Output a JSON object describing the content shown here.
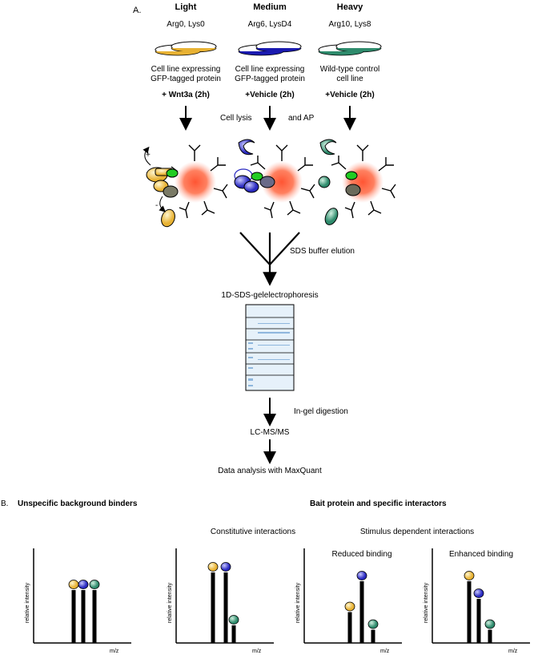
{
  "panel_a": {
    "label": "A.",
    "conditions": [
      {
        "name": "Light",
        "isotopes": "Arg0, Lys0",
        "desc1": "Cell line expressing",
        "desc2": "GFP-tagged protein",
        "treatment": "+ Wnt3a (2h)",
        "color": "#e8b233"
      },
      {
        "name": "Medium",
        "isotopes": "Arg6, LysD4",
        "desc1": "Cell line expressing",
        "desc2": "GFP-tagged protein",
        "treatment": "+Vehicle (2h)",
        "color": "#2a2ac0"
      },
      {
        "name": "Heavy",
        "isotopes": "Arg10, Lys8",
        "desc1": "Wild-type control",
        "desc2": "cell line",
        "treatment": "+Vehicle (2h)",
        "color": "#2e8b6c"
      }
    ],
    "lysis_left": "Cell lysis",
    "lysis_right": "and AP",
    "plus": "+",
    "minus": "-",
    "elution": "SDS buffer elution",
    "gel_title": "1D-SDS-gelelectrophoresis",
    "digestion": "In-gel digestion",
    "lcms": "LC-MS/MS",
    "analysis": "Data analysis with MaxQuant"
  },
  "panel_b": {
    "label": "B.",
    "left_heading": "Unspecific background binders",
    "right_heading": "Bait protein and specific interactors",
    "constitutive": "Constitutive interactions",
    "stimulus": "Stimulus dependent interactions",
    "reduced": "Reduced binding",
    "enhanced": "Enhanced binding",
    "ylabel": "relative intensity",
    "xlabel": "m/z",
    "spectra": [
      {
        "id": "unspecific",
        "values": [
          0.6,
          0.6,
          0.6
        ]
      },
      {
        "id": "constitutive",
        "values": [
          0.8,
          0.8,
          0.2
        ]
      },
      {
        "id": "reduced",
        "values": [
          0.35,
          0.7,
          0.15
        ]
      },
      {
        "id": "enhanced",
        "values": [
          0.7,
          0.5,
          0.15
        ]
      }
    ]
  },
  "colors": {
    "light": "#e8b233",
    "medium": "#2a2ac0",
    "heavy": "#2e8b6c",
    "gfp": "#22cc22",
    "bead": "#ff5533"
  }
}
